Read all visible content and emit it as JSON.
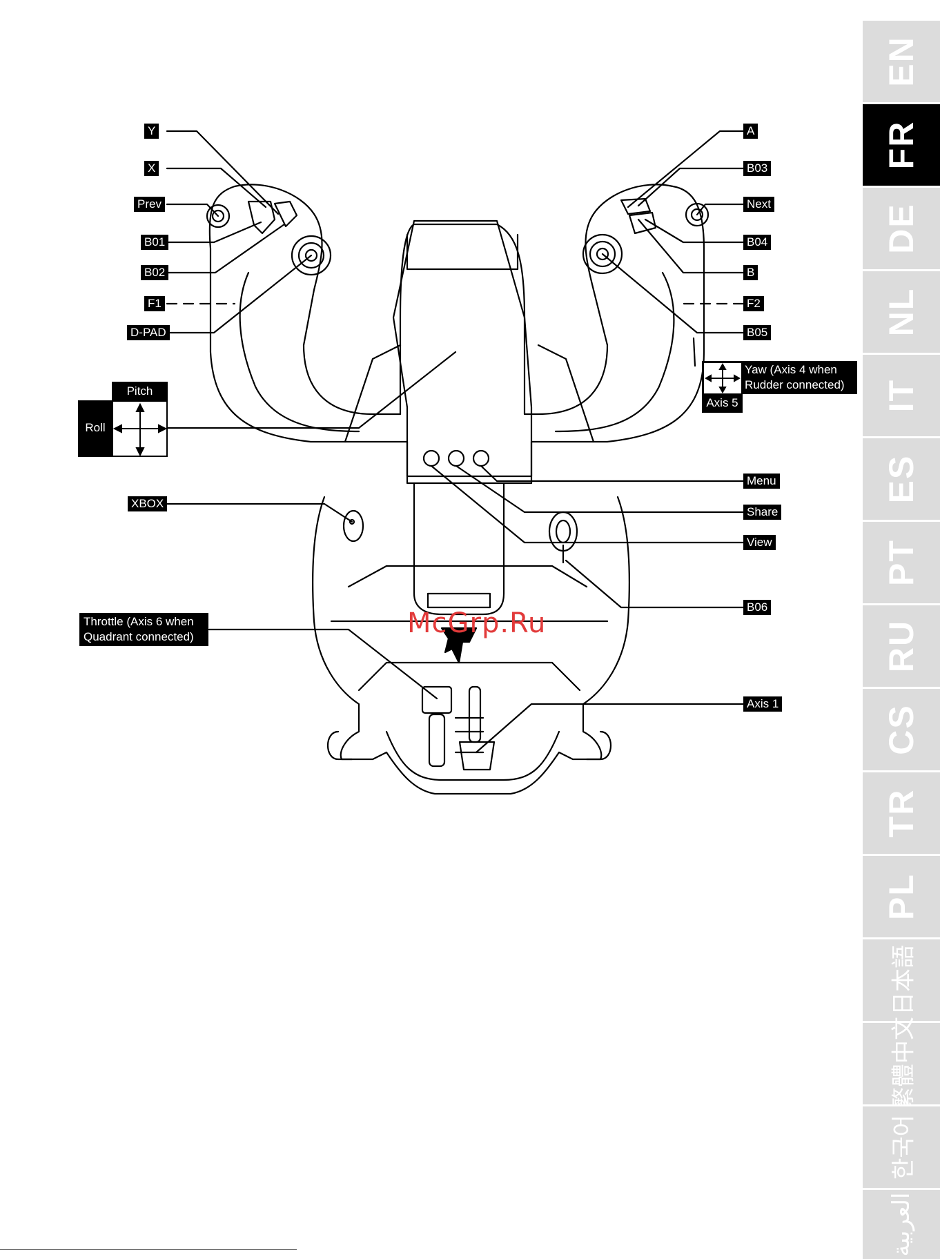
{
  "labels": {
    "y": "Y",
    "x": "X",
    "prev": "Prev",
    "b01": "B01",
    "b02": "B02",
    "f1": "F1",
    "dpad": "D-PAD",
    "pitch": "Pitch",
    "roll": "Roll",
    "xbox": "XBOX",
    "throttle": "Throttle (Axis 6 when\nQuadrant connected)",
    "a": "A",
    "b03": "B03",
    "next": "Next",
    "b04": "B04",
    "b": "B",
    "f2": "F2",
    "b05": "B05",
    "yaw": "Yaw (Axis 4 when\nRudder connected)",
    "axis5": "Axis 5",
    "menu": "Menu",
    "share": "Share",
    "view": "View",
    "b06": "B06",
    "axis1": "Axis 1"
  },
  "watermark": "McGrp.Ru",
  "language_tabs": [
    {
      "code": "EN",
      "active": false
    },
    {
      "code": "FR",
      "active": true
    },
    {
      "code": "DE",
      "active": false
    },
    {
      "code": "NL",
      "active": false
    },
    {
      "code": "IT",
      "active": false
    },
    {
      "code": "ES",
      "active": false
    },
    {
      "code": "PT",
      "active": false
    },
    {
      "code": "RU",
      "active": false
    },
    {
      "code": "CS",
      "active": false
    },
    {
      "code": "TR",
      "active": false
    },
    {
      "code": "PL",
      "active": false
    },
    {
      "code": "日本語",
      "active": false
    },
    {
      "code": "繁體中文",
      "active": false
    },
    {
      "code": "한국어",
      "active": false
    },
    {
      "code": "العربية",
      "active": false
    }
  ]
}
